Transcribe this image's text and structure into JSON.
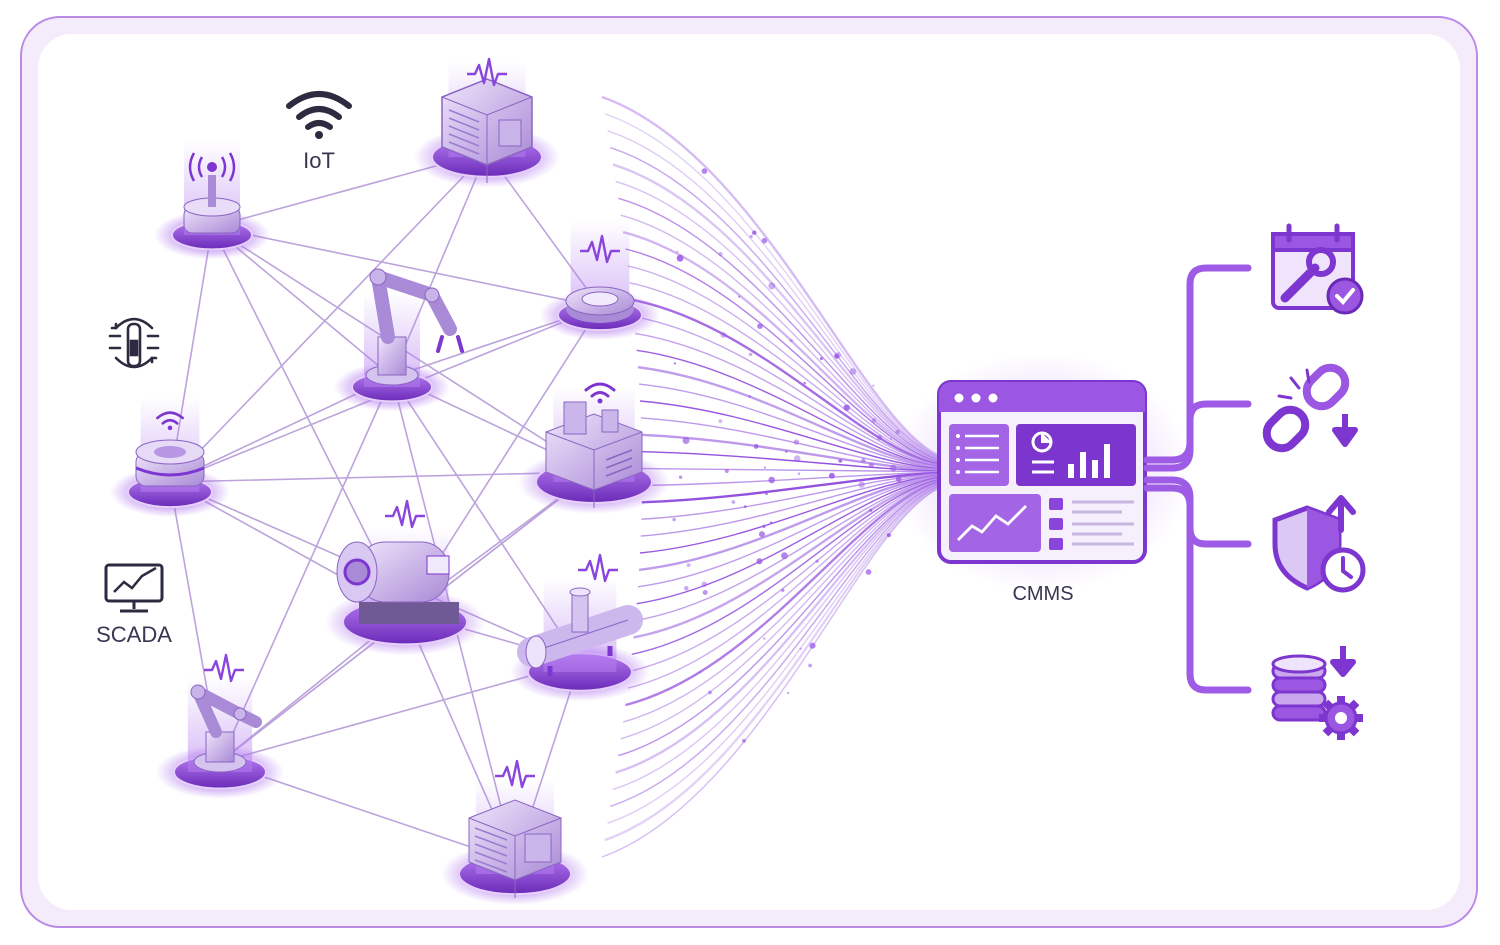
{
  "labels": {
    "iot": "IoT",
    "scada": "SCADA",
    "cmms": "CMMS"
  },
  "colors": {
    "frame_border": "#b98ae6",
    "primary_purple": "#8b3fd9",
    "light_purple": "#c9a6ee",
    "dark_purple": "#5a2a9a",
    "text": "#3a3550"
  },
  "devices": [
    {
      "id": "antenna-sensor",
      "icon": "antenna-sensor-icon"
    },
    {
      "id": "server-rack-top",
      "icon": "server-rack-icon"
    },
    {
      "id": "robot-arm-center",
      "icon": "robot-arm-icon"
    },
    {
      "id": "vibration-sensor",
      "icon": "ring-sensor-icon"
    },
    {
      "id": "puck-sensor",
      "icon": "puck-sensor-icon"
    },
    {
      "id": "wireless-machine",
      "icon": "industrial-machine-icon"
    },
    {
      "id": "motor",
      "icon": "motor-icon"
    },
    {
      "id": "pipe-valve",
      "icon": "pipe-valve-icon"
    },
    {
      "id": "robot-arm-bottom",
      "icon": "robot-arm-icon"
    },
    {
      "id": "generator-bottom",
      "icon": "generator-icon"
    }
  ],
  "outputs": [
    {
      "id": "scheduled-maintenance",
      "icon": "calendar-wrench-check-icon"
    },
    {
      "id": "broken-link-down",
      "icon": "broken-link-arrow-down-icon"
    },
    {
      "id": "shield-uptime",
      "icon": "shield-clock-arrow-up-icon"
    },
    {
      "id": "database-settings",
      "icon": "database-gear-arrow-icon"
    }
  ]
}
